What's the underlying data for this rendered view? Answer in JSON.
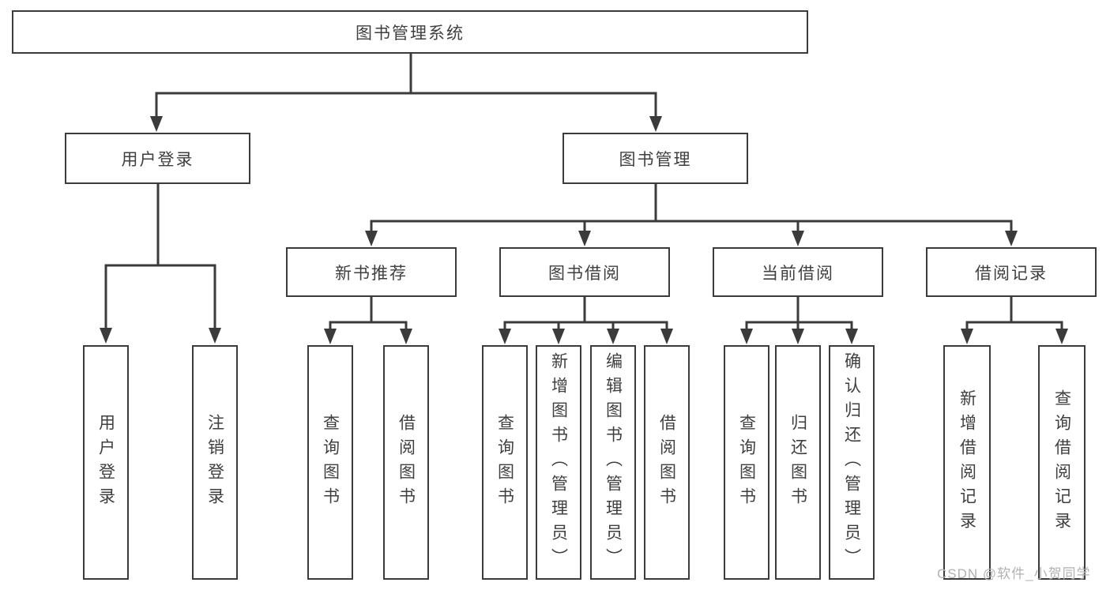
{
  "tree": {
    "label": "图书管理系统",
    "children": [
      {
        "label": "用户登录",
        "children": [
          {
            "label": "用户登录"
          },
          {
            "label": "注销登录"
          }
        ]
      },
      {
        "label": "图书管理",
        "children": [
          {
            "label": "新书推荐",
            "children": [
              {
                "label": "查询图书"
              },
              {
                "label": "借阅图书"
              }
            ]
          },
          {
            "label": "图书借阅",
            "children": [
              {
                "label": "查询图书"
              },
              {
                "label": "新增图书（管理员）"
              },
              {
                "label": "编辑图书（管理员）"
              },
              {
                "label": "借阅图书"
              }
            ]
          },
          {
            "label": "当前借阅",
            "children": [
              {
                "label": "查询图书"
              },
              {
                "label": "归还图书"
              },
              {
                "label": "确认归还（管理员）"
              }
            ]
          },
          {
            "label": "借阅记录",
            "children": [
              {
                "label": "新增借阅记录"
              },
              {
                "label": "查询借阅记录"
              }
            ]
          }
        ]
      }
    ]
  },
  "watermark": {
    "text": "CSDN @软件_小贺同学"
  },
  "colors": {
    "line": "#3b3b3b",
    "text": "#3f3f3f",
    "watermark": "#b2b2b2",
    "background": "#ffffff"
  }
}
